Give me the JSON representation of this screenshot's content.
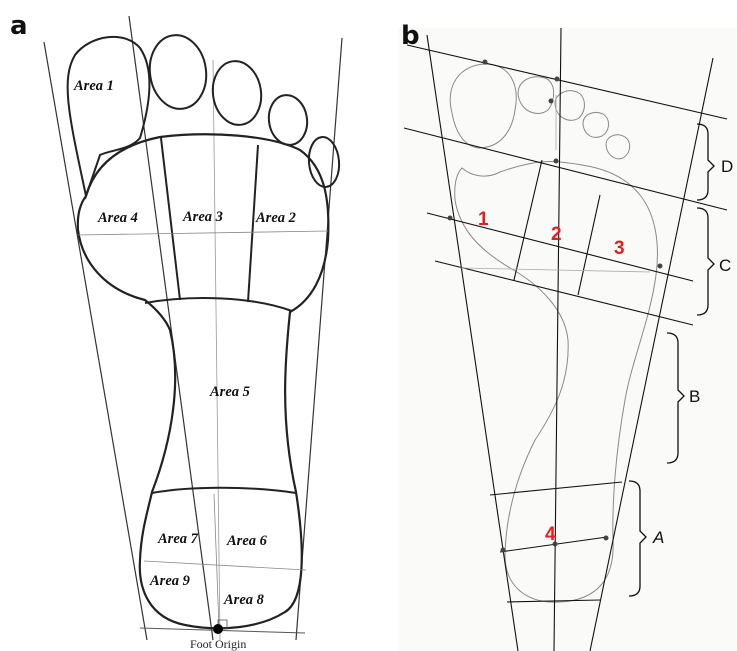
{
  "panel_a": {
    "letter": "a",
    "areas": [
      "Area 1",
      "Area 2",
      "Area 3",
      "Area 4",
      "Area 5",
      "Area 6",
      "Area 7",
      "Area 8",
      "Area 9"
    ],
    "origin_label": "Foot Origin"
  },
  "panel_b": {
    "letter": "b",
    "numbers": [
      "1",
      "2",
      "3",
      "4"
    ],
    "brackets": [
      "A",
      "B",
      "C",
      "D"
    ]
  }
}
